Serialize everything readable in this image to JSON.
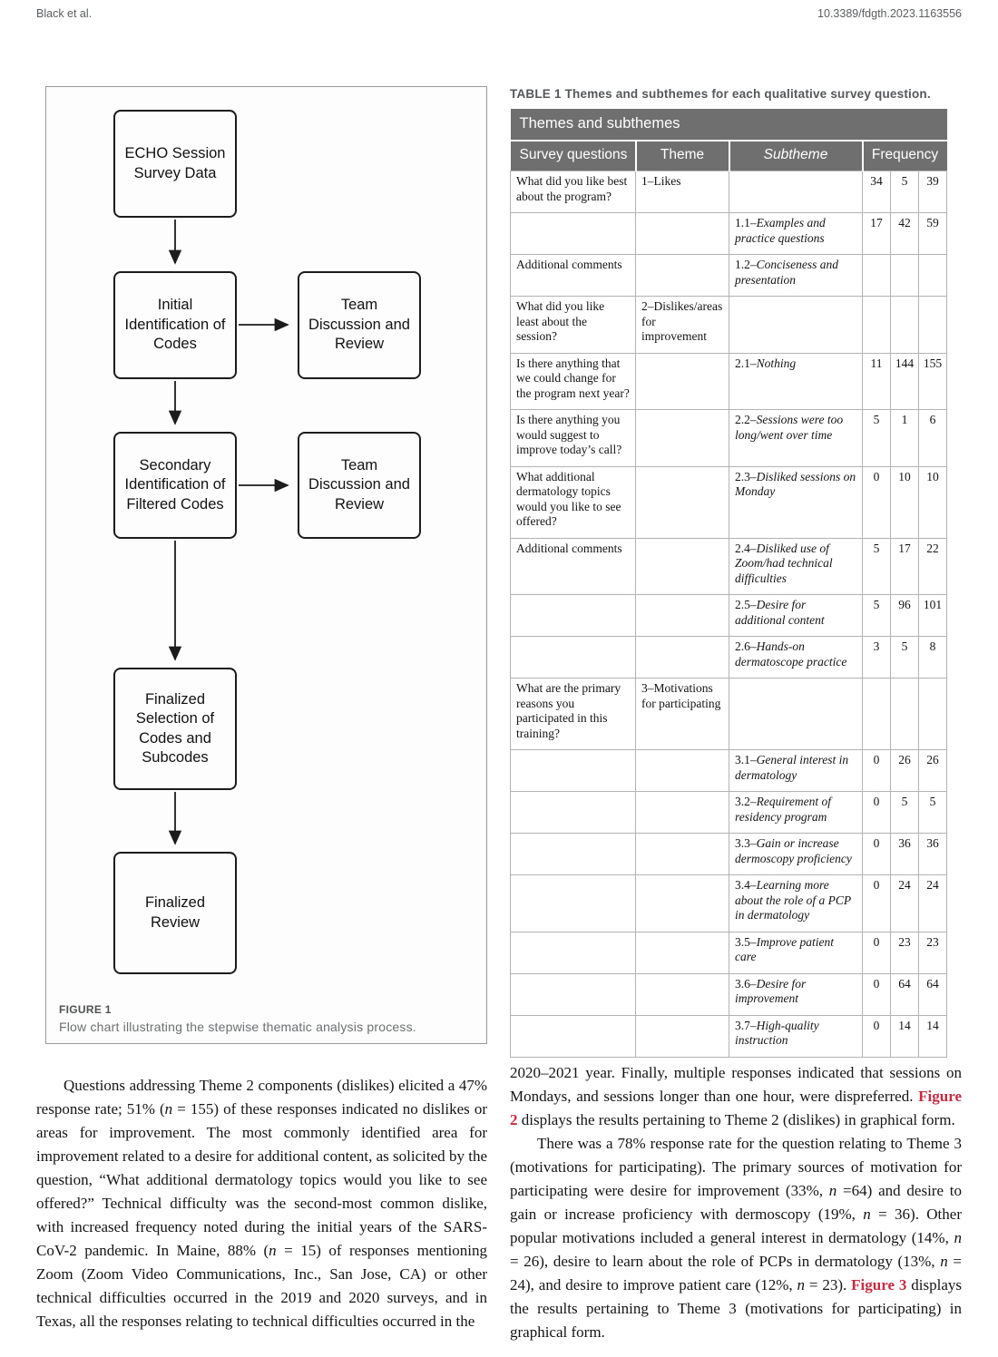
{
  "header": {
    "left": "Black et al.",
    "right": "10.3389/fdgth.2023.1163556"
  },
  "figure": {
    "caption_label": "FIGURE 1",
    "caption_text": "Flow chart illustrating the stepwise thematic analysis process.",
    "nodes": [
      {
        "id": "echo-session-survey-data",
        "label": "ECHO Session Survey Data"
      },
      {
        "id": "initial-identification-of-codes",
        "label": "Initial Identification of Codes"
      },
      {
        "id": "team-discussion-and-review-1",
        "label": "Team Discussion and Review"
      },
      {
        "id": "secondary-identification-of-filtered-codes",
        "label": "Secondary Identification of Filtered Codes"
      },
      {
        "id": "team-discussion-and-review-2",
        "label": "Team Discussion and Review"
      },
      {
        "id": "finalized-selection-of-codes-and-subcodes",
        "label": "Finalized Selection of Codes and Subcodes"
      },
      {
        "id": "finalized-review",
        "label": "Finalized Review"
      }
    ]
  },
  "table": {
    "caption": "TABLE 1 Themes and subthemes for each qualitative survey question.",
    "band_title": "Themes and subthemes",
    "col_survey": "Survey questions",
    "col_theme": "Theme",
    "col_subtheme": "Subtheme",
    "col_frequency": "Frequency",
    "rows": [
      {
        "question": "What did you like best about the program?",
        "theme": "1–Likes",
        "sub_num": "",
        "sub_text": "",
        "f1": "34",
        "f2": "5",
        "f3": "39"
      },
      {
        "question": "",
        "theme": "",
        "sub_num": "1.1–",
        "sub_text": "Examples and practice questions",
        "f1": "17",
        "f2": "42",
        "f3": "59"
      },
      {
        "question": "Additional comments",
        "theme": "",
        "sub_num": "1.2–",
        "sub_text": "Conciseness and presentation",
        "f1": "",
        "f2": "",
        "f3": ""
      },
      {
        "question": "What did you like least about the session?",
        "theme": "2–Dislikes/areas for improvement",
        "sub_num": "",
        "sub_text": "",
        "f1": "",
        "f2": "",
        "f3": ""
      },
      {
        "question": "Is there anything that we could change for the program next year?",
        "theme": "",
        "sub_num": "2.1–",
        "sub_text": "Nothing",
        "f1": "11",
        "f2": "144",
        "f3": "155"
      },
      {
        "question": "Is there anything you would suggest to improve today’s call?",
        "theme": "",
        "sub_num": "2.2–",
        "sub_text": "Sessions were too long/went over time",
        "f1": "5",
        "f2": "1",
        "f3": "6"
      },
      {
        "question": "What additional dermatology topics would you like to see offered?",
        "theme": "",
        "sub_num": "2.3–",
        "sub_text": "Disliked sessions on Monday",
        "f1": "0",
        "f2": "10",
        "f3": "10"
      },
      {
        "question": "Additional comments",
        "theme": "",
        "sub_num": "2.4–",
        "sub_text": "Disliked use of Zoom/had technical difficulties",
        "f1": "5",
        "f2": "17",
        "f3": "22"
      },
      {
        "question": "",
        "theme": "",
        "sub_num": "2.5–",
        "sub_text": "Desire for additional content",
        "f1": "5",
        "f2": "96",
        "f3": "101"
      },
      {
        "question": "",
        "theme": "",
        "sub_num": "2.6–",
        "sub_text": "Hands-on dermatoscope practice",
        "f1": "3",
        "f2": "5",
        "f3": "8"
      },
      {
        "question": "What are the primary reasons you participated in this training?",
        "theme": "3–Motivations for participating",
        "sub_num": "",
        "sub_text": "",
        "f1": "",
        "f2": "",
        "f3": ""
      },
      {
        "question": "",
        "theme": "",
        "sub_num": "3.1–",
        "sub_text": "General interest in dermatology",
        "f1": "0",
        "f2": "26",
        "f3": "26"
      },
      {
        "question": "",
        "theme": "",
        "sub_num": "3.2–",
        "sub_text": "Requirement of residency program",
        "f1": "0",
        "f2": "5",
        "f3": "5"
      },
      {
        "question": "",
        "theme": "",
        "sub_num": "3.3–",
        "sub_text": "Gain or increase dermoscopy proficiency",
        "f1": "0",
        "f2": "36",
        "f3": "36"
      },
      {
        "question": "",
        "theme": "",
        "sub_num": "3.4–",
        "sub_text": "Learning more about the role of a PCP in dermatology",
        "f1": "0",
        "f2": "24",
        "f3": "24"
      },
      {
        "question": "",
        "theme": "",
        "sub_num": "3.5–",
        "sub_text": "Improve patient care",
        "f1": "0",
        "f2": "23",
        "f3": "23"
      },
      {
        "question": "",
        "theme": "",
        "sub_num": "3.6–",
        "sub_text": "Desire for improvement",
        "f1": "0",
        "f2": "64",
        "f3": "64"
      },
      {
        "question": "",
        "theme": "",
        "sub_num": "3.7–",
        "sub_text": "High-quality instruction",
        "f1": "0",
        "f2": "14",
        "f3": "14"
      }
    ]
  },
  "body": {
    "accent_link_color": "#c62b41",
    "left_paragraphs": [
      {
        "indent": true,
        "segments": [
          {
            "text": "Questions addressing Theme 2 components (dislikes) elicited a 47% response rate; 51% ("
          },
          {
            "text": "n",
            "em": true
          },
          {
            "text": " = 155) of these responses indicated no dislikes or areas for improvement. The most commonly identified area for improvement related to a desire for additional content, as solicited by the question, “What additional dermatology topics would you like to see offered?” Technical difficulty was the second-most common dislike, with increased frequency noted during the initial years of the SARS-CoV-2 pandemic. In Maine, 88% ("
          },
          {
            "text": "n",
            "em": true
          },
          {
            "text": " = 15) of responses mentioning Zoom (Zoom Video Communications, Inc., San Jose, CA) or other technical difficulties occurred in the 2019 and 2020 surveys, and in Texas, all the responses relating to technical difficulties occurred in the"
          }
        ]
      }
    ],
    "right_paragraphs": [
      {
        "indent": false,
        "segments": [
          {
            "text": "2020–2021 year. Finally, multiple responses indicated that sessions on Mondays, and sessions longer than one hour, were dispreferred. "
          },
          {
            "text": "Figure 2",
            "link": true
          },
          {
            "text": " displays the results pertaining to Theme 2 (dislikes) in graphical form."
          }
        ]
      },
      {
        "indent": true,
        "segments": [
          {
            "text": "There was a 78% response rate for the question relating to Theme 3 (motivations for participating). The primary sources of motivation for participating were desire for improvement (33%, "
          },
          {
            "text": "n",
            "em": true
          },
          {
            "text": " =64) and desire to gain or increase proficiency with dermoscopy (19%, "
          },
          {
            "text": "n",
            "em": true
          },
          {
            "text": " = 36). Other popular motivations included a general interest in dermatology (14%, "
          },
          {
            "text": "n",
            "em": true
          },
          {
            "text": " = 26), desire to learn about the role of PCPs in dermatology (13%, "
          },
          {
            "text": "n",
            "em": true
          },
          {
            "text": " = 24), and desire to improve patient care (12%, "
          },
          {
            "text": "n",
            "em": true
          },
          {
            "text": " = 23). "
          },
          {
            "text": "Figure 3",
            "link": true
          },
          {
            "text": " displays the results pertaining to Theme 3 (motivations for participating) in graphical form."
          }
        ]
      }
    ]
  }
}
